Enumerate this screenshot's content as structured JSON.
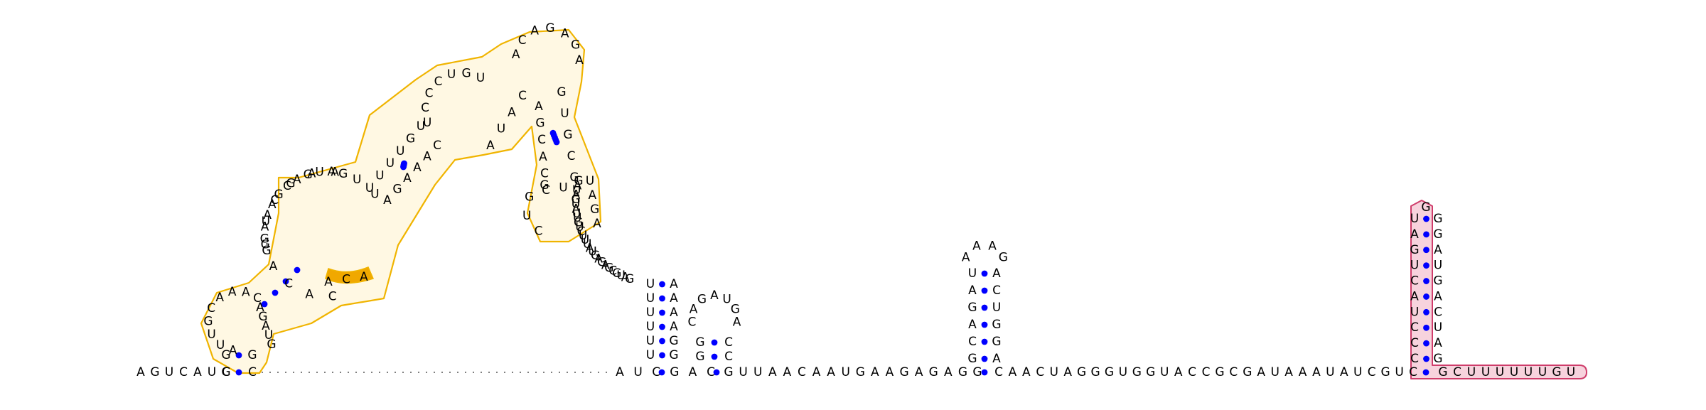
{
  "colors": {
    "domain_outline": "#f0b400",
    "domain_fill": "#fff8e3",
    "highlight_fill": "#f0a800",
    "hairpin_outline": "#cf3d6b",
    "hairpin_fill": "#f7d3dd",
    "base_pair_dot": "#0000ff",
    "backbone": "#555555",
    "nucleotide_text": "#000000"
  },
  "sequence": {
    "five_prime_tail": "AGUCAUG",
    "baseline_region": "AUCGAC",
    "linker_region": "GUUAACAAUGAAGAGAGG",
    "middle_region": "CAACUAGGGUGGUACCGCGAUAAAUAUCGUC",
    "three_prime_tail": "GCUUUUUUGU"
  },
  "left_domain": {
    "outer_stem_5": "GC",
    "outer_stem_3": "GC",
    "loop_A_5": "AUUGCAAA",
    "loop_A_3": "CAGAUG",
    "internal_loop": "GGAAAGCAGUAG",
    "internal_loop_3": "UUAAGCUGACAC",
    "highlighted_bases": "ACA",
    "upper_stem_5": "UUUUGU",
    "upper_stem_3": "AGAAAC",
    "upper_loop": "UCCCUGU",
    "upper_loop_3": "AUAC",
    "tip_stem_5": "ACAGAGA",
    "tip_loop": "CUGGU",
    "bulge_5": "AGCACC",
    "bulge_3": "GUGCG",
    "junction": "UAGA"
  },
  "large_loop": {
    "sequence": "GAUAGUAUUGUCUUUAUGAGAGCGUAG",
    "stem_5": "UUUUUU",
    "stem_3": "AAAAGG"
  },
  "small_hairpin": {
    "stem_5": "GG",
    "stem_3": "CC",
    "loop": "CAGAUGA"
  },
  "middle_hairpin": {
    "stem_5": "UAGACG",
    "stem_3": "ACUGGA",
    "loop": "AAAG"
  },
  "right_hairpin": {
    "stem_5": "CCCUACUGAU",
    "stem_3": "GGAUGACUAG",
    "loop": "G"
  }
}
